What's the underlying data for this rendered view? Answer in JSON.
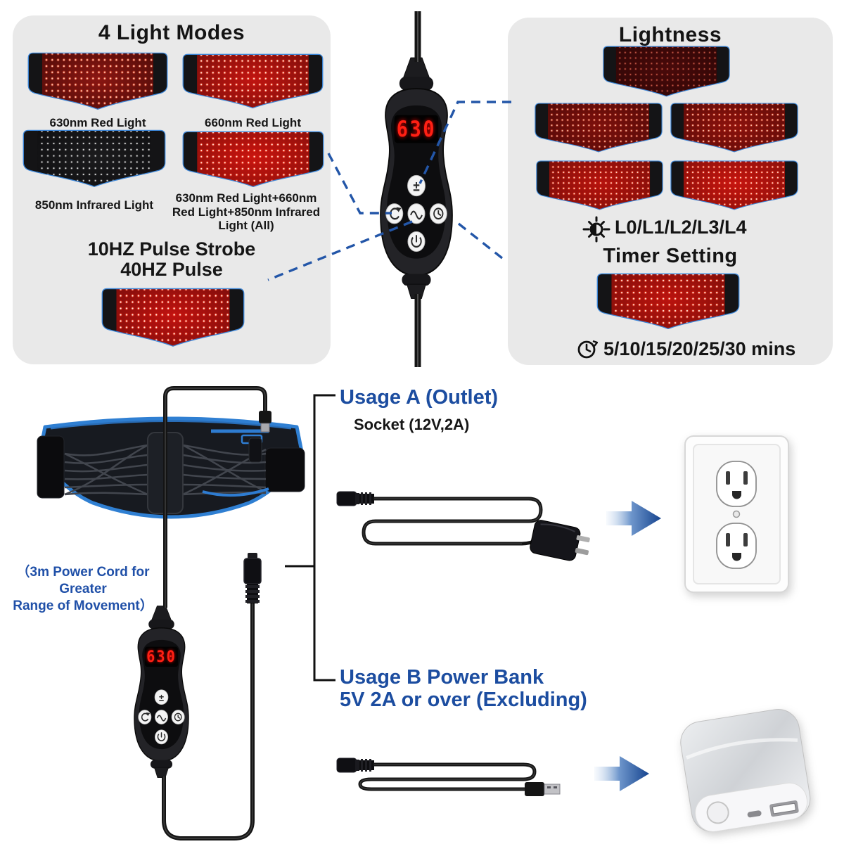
{
  "colors": {
    "accent_blue": "#1c4da0",
    "dashed_blue": "#2356a8",
    "panel_bg": "#e9e9e9",
    "led_red": "#ff2014",
    "belt_trim_blue": "#3c86d8"
  },
  "panel_light_modes": {
    "title": "4 Light Modes",
    "modes": [
      {
        "label": "630nm Red Light"
      },
      {
        "label": "660nm Red Light"
      },
      {
        "label": "850nm Infrared Light"
      },
      {
        "label": "630nm Red Light+660nm\nRed Light+850nm Infrared Light (All)"
      }
    ],
    "pulse_line1": "10HZ Pulse Strobe",
    "pulse_line2": "40HZ Pulse"
  },
  "panel_lightness": {
    "title": "Lightness",
    "levels_label": "L0/L1/L2/L3/L4"
  },
  "panel_timer": {
    "title": "Timer Setting",
    "times_label": "5/10/15/20/25/30 mins"
  },
  "controller": {
    "display_value": "630"
  },
  "bottom": {
    "cord_note_line1": "（3m Power Cord for Greater",
    "cord_note_line2": "Range of Movement）",
    "usage_a_title": "Usage A (Outlet)",
    "usage_a_subtitle": "Socket (12V,2A)",
    "usage_b_title_line1": "Usage B Power Bank",
    "usage_b_title_line2": "5V 2A or over (Excluding)"
  }
}
